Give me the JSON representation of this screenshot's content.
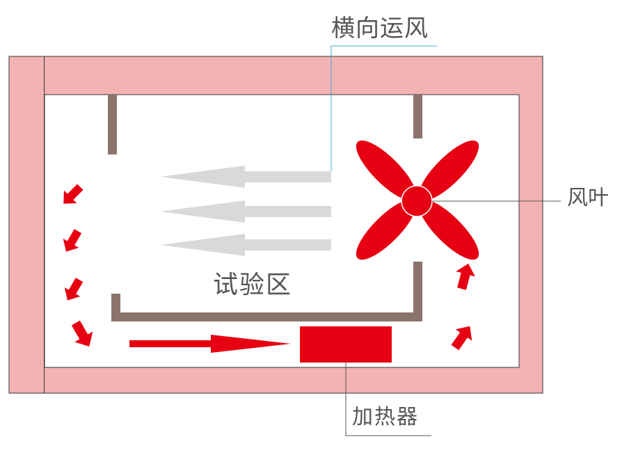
{
  "diagram": {
    "labels": {
      "wind": "横向运风",
      "fan": "风叶",
      "test_zone": "试验区",
      "heater": "加热器"
    },
    "colors": {
      "wall": "#f3b3b3",
      "outline": "#333333",
      "baffle": "#8a746c",
      "red": "#e60012",
      "airflow": "#d9d9d9",
      "leader": "#555555",
      "leader_blue": "#4aa8d8"
    }
  }
}
